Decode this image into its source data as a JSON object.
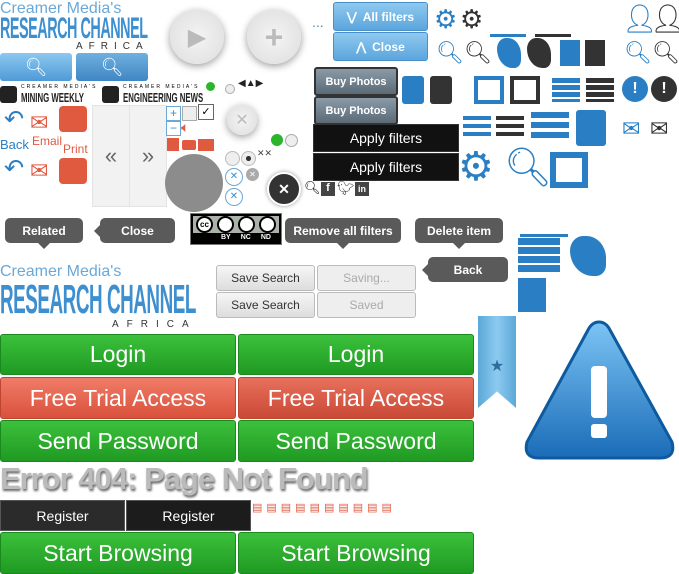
{
  "logo": {
    "small": "Creamer Media's",
    "big": "RESEARCH CHANNEL",
    "sub": "AFRICA"
  },
  "mining": {
    "top": "CREAMER MEDIA'S",
    "mining": "MINING WEEKLY",
    "engineering": "ENGINEERING NEWS"
  },
  "filters": {
    "all": "All filters",
    "close": "Close",
    "ellipsis": "..."
  },
  "buy_photos": [
    "Buy Photos",
    "Buy Photos"
  ],
  "apply_filters": [
    "Apply filters",
    "Apply filters"
  ],
  "share": {
    "back": "Back",
    "email": "Email",
    "print": "Print"
  },
  "tooltips": {
    "related": "Related",
    "close": "Close",
    "remove_all": "Remove all filters",
    "delete": "Delete item",
    "back": "Back"
  },
  "cc": {
    "by": "BY",
    "nc": "NC",
    "nd": "ND",
    "cc": "cc"
  },
  "save": {
    "save1": "Save Search",
    "saving": "Saving...",
    "save2": "Save Search",
    "saved": "Saved"
  },
  "buttons": {
    "login": "Login",
    "trial": "Free Trial Access",
    "send": "Send Password",
    "error": "Error 404: Page Not Found",
    "register": "Register",
    "start": "Start Browsing"
  },
  "colors": {
    "green": "#2aae2e",
    "red": "#e2624c",
    "blue": "#2a7fc4"
  }
}
